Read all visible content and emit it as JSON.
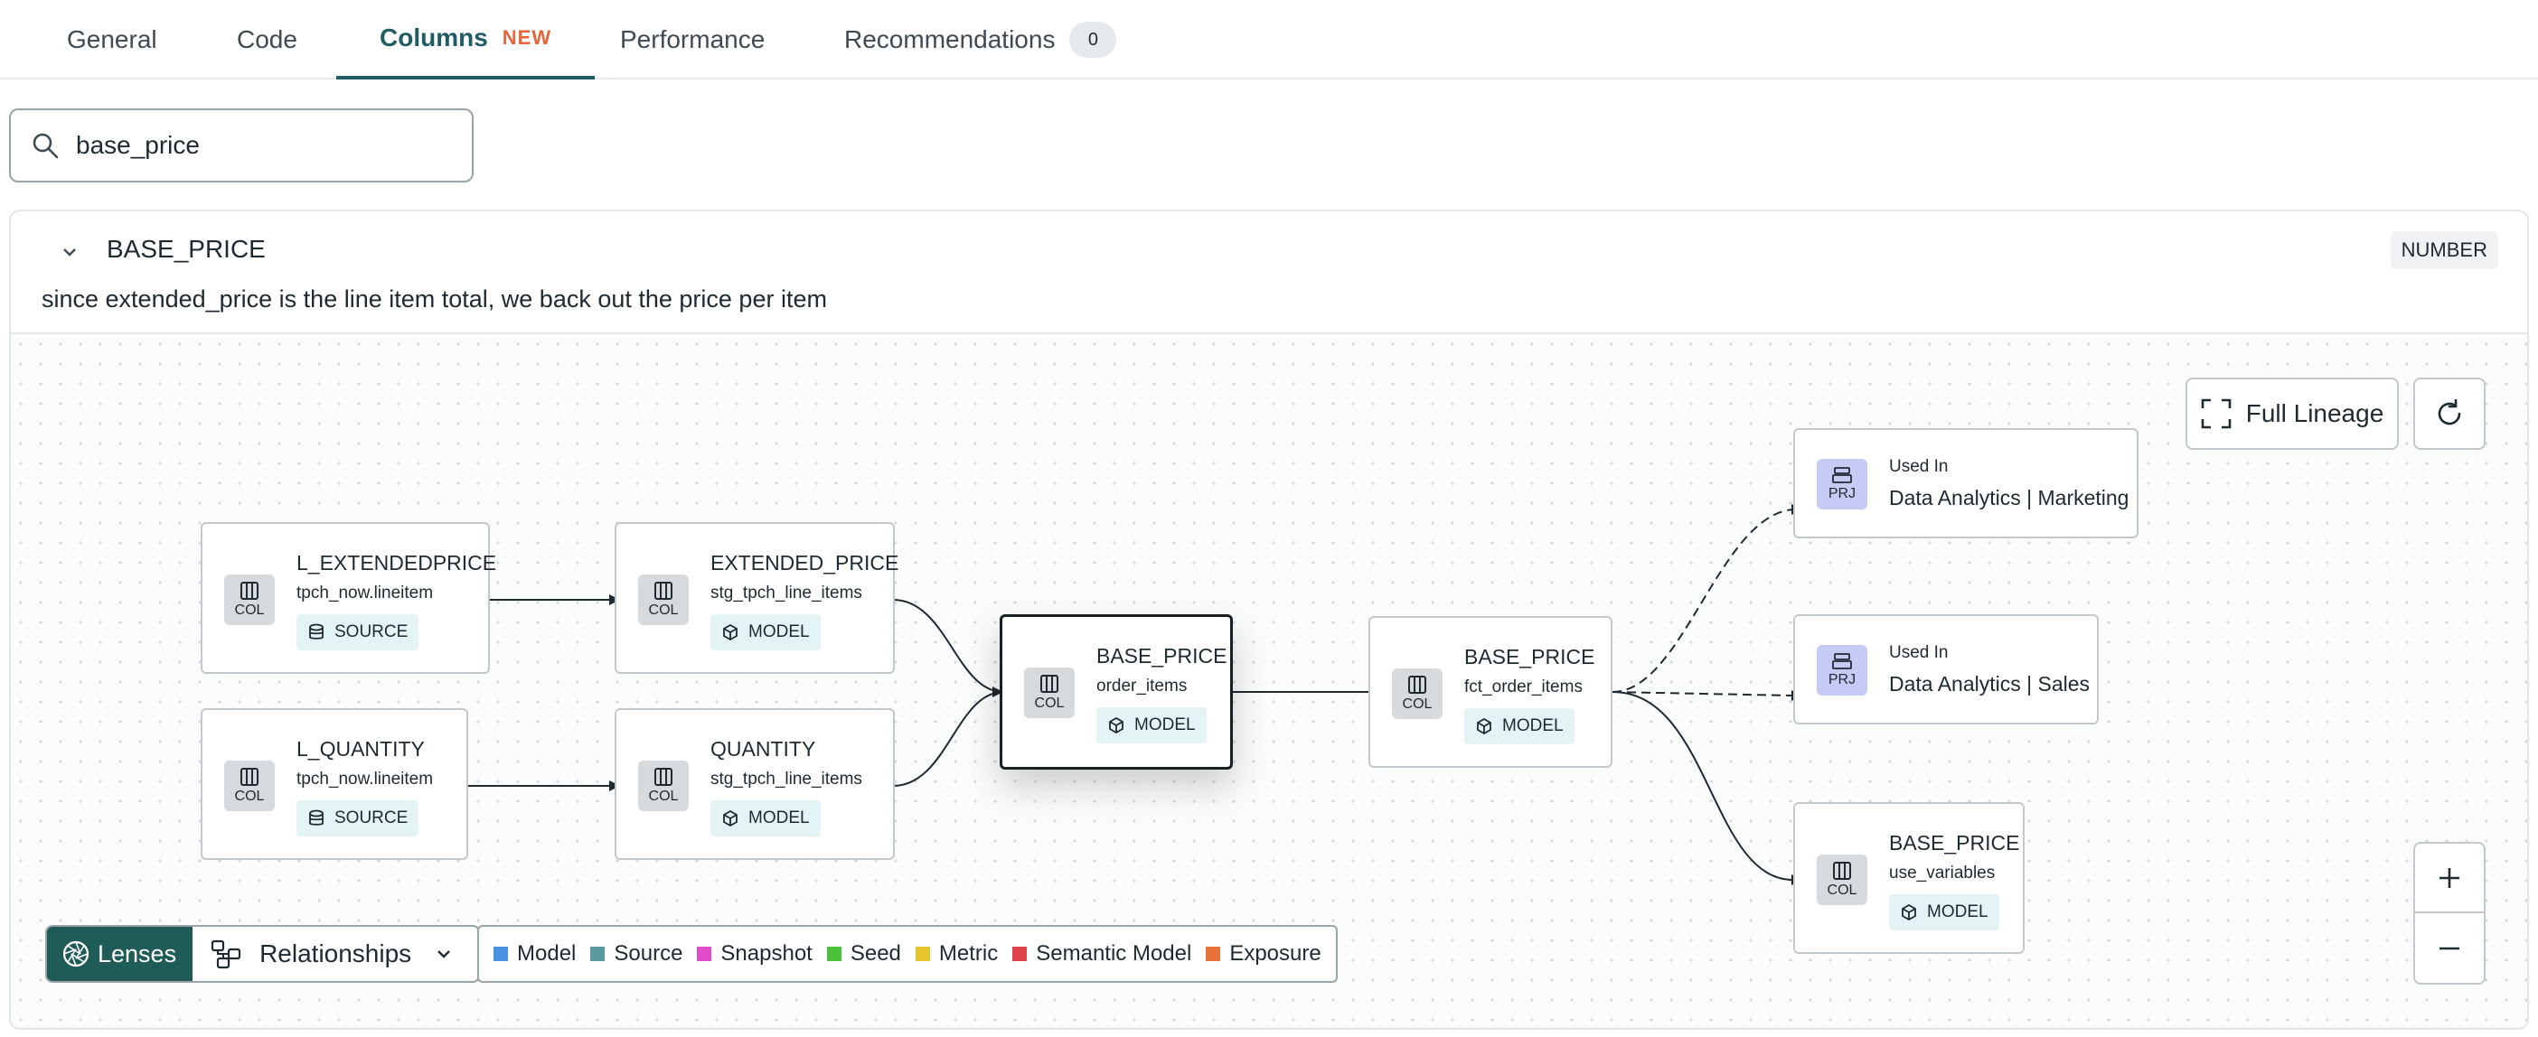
{
  "tabs": [
    {
      "label": "General"
    },
    {
      "label": "Code"
    },
    {
      "label": "Columns",
      "badge": "NEW"
    },
    {
      "label": "Performance"
    },
    {
      "label": "Recommendations",
      "count": "0"
    }
  ],
  "search": {
    "value": "base_price"
  },
  "column": {
    "name": "BASE_PRICE",
    "type": "NUMBER",
    "description": "since extended_price is the line item total, we back out the price per item"
  },
  "lineage": {
    "full_lineage_label": "Full Lineage",
    "col_icon_label": "COL",
    "prj_icon_label": "PRJ",
    "nodes": {
      "l_extendedprice": {
        "title": "L_EXTENDEDPRICE",
        "sub": "tpch_now.lineitem",
        "type": "SOURCE"
      },
      "l_quantity": {
        "title": "L_QUANTITY",
        "sub": "tpch_now.lineitem",
        "type": "SOURCE"
      },
      "extended_price": {
        "title": "EXTENDED_PRICE",
        "sub": "stg_tpch_line_items",
        "type": "MODEL"
      },
      "quantity": {
        "title": "QUANTITY",
        "sub": "stg_tpch_line_items",
        "type": "MODEL"
      },
      "base_price_order": {
        "title": "BASE_PRICE",
        "sub": "order_items",
        "type": "MODEL"
      },
      "base_price_fct": {
        "title": "BASE_PRICE",
        "sub": "fct_order_items",
        "type": "MODEL"
      },
      "used_marketing": {
        "title": "Used In",
        "sub": "Data Analytics | Marketing"
      },
      "used_sales": {
        "title": "Used In",
        "sub": "Data Analytics | Sales"
      },
      "base_price_use": {
        "title": "BASE_PRICE",
        "sub": "use_variables",
        "type": "MODEL"
      }
    }
  },
  "lenses": {
    "label": "Lenses",
    "relationships_label": "Relationships"
  },
  "legend": [
    {
      "label": "Model",
      "color": "#4a90e2"
    },
    {
      "label": "Source",
      "color": "#5b9a9c"
    },
    {
      "label": "Snapshot",
      "color": "#e04bc9"
    },
    {
      "label": "Seed",
      "color": "#4cc23a"
    },
    {
      "label": "Metric",
      "color": "#e6c42e"
    },
    {
      "label": "Semantic Model",
      "color": "#e0424b"
    },
    {
      "label": "Exposure",
      "color": "#e8733a"
    }
  ]
}
